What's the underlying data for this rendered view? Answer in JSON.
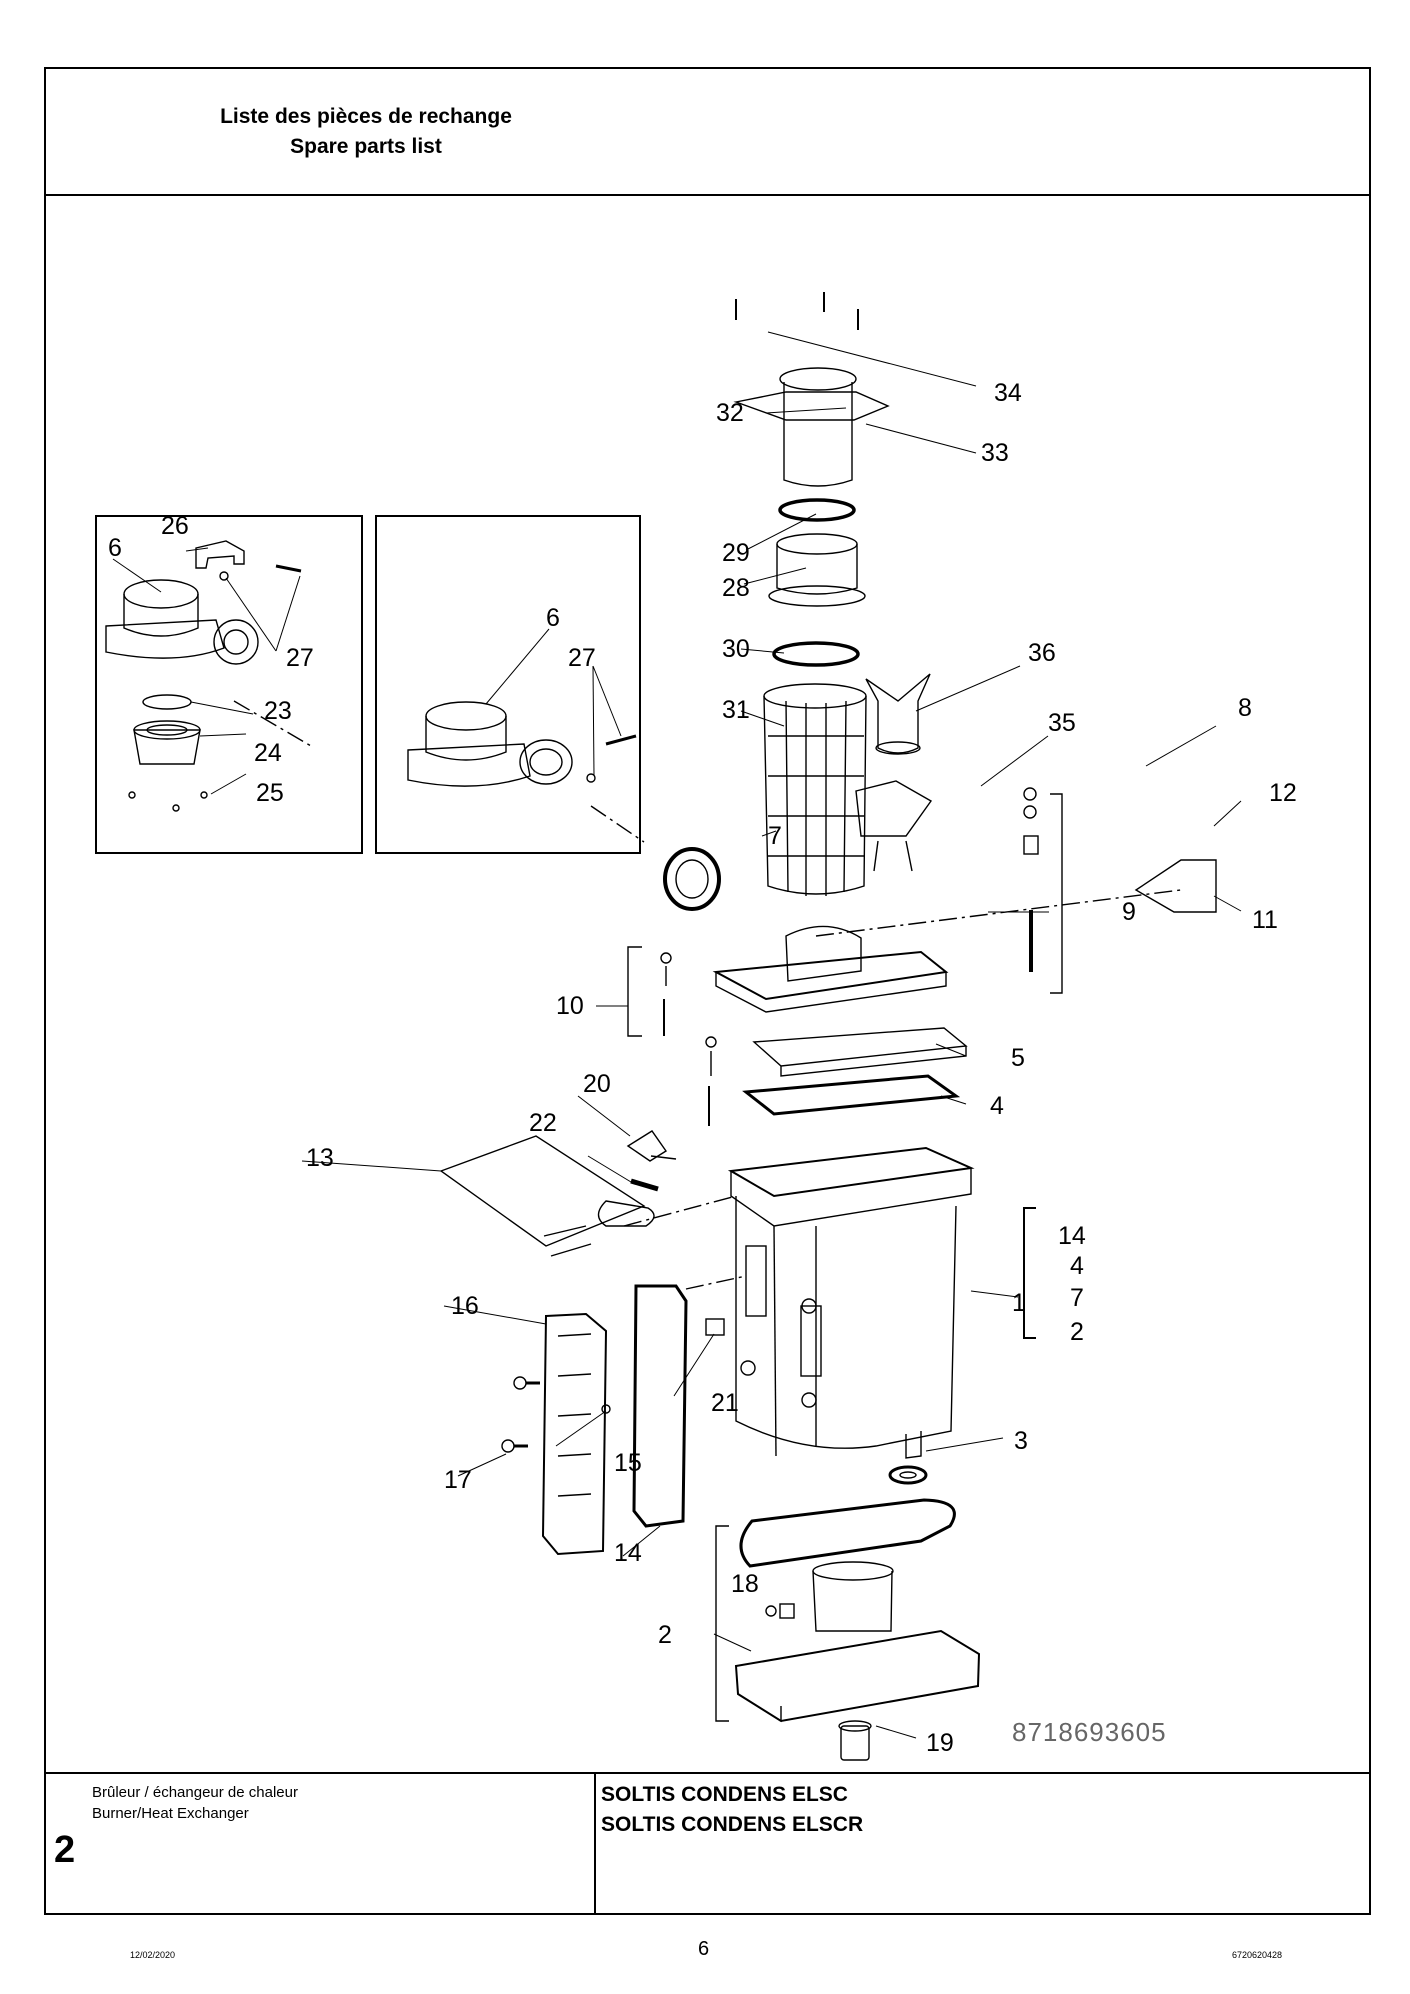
{
  "header": {
    "title_fr": "Liste des pièces de rechange",
    "title_en": "Spare parts list"
  },
  "drawing": {
    "reference_number": "8718693605",
    "callouts": [
      "1",
      "2",
      "3",
      "4",
      "5",
      "6",
      "7",
      "8",
      "9",
      "10",
      "11",
      "12",
      "13",
      "14",
      "15",
      "16",
      "17",
      "18",
      "19",
      "20",
      "21",
      "22",
      "23",
      "24",
      "25",
      "26",
      "27",
      "28",
      "29",
      "30",
      "31",
      "32",
      "33",
      "34",
      "35",
      "36"
    ],
    "group_right_labels": [
      "14",
      "4",
      "7",
      "2"
    ]
  },
  "footer_block": {
    "section_number": "2",
    "section_fr": "Brûleur / échangeur de chaleur",
    "section_en": "Burner/Heat Exchanger",
    "model_1": "SOLTIS CONDENS ELSC",
    "model_2": "SOLTIS CONDENS ELSCR"
  },
  "page_footer": {
    "date": "12/02/2020",
    "page": "6",
    "doc_number": "6720620428"
  }
}
